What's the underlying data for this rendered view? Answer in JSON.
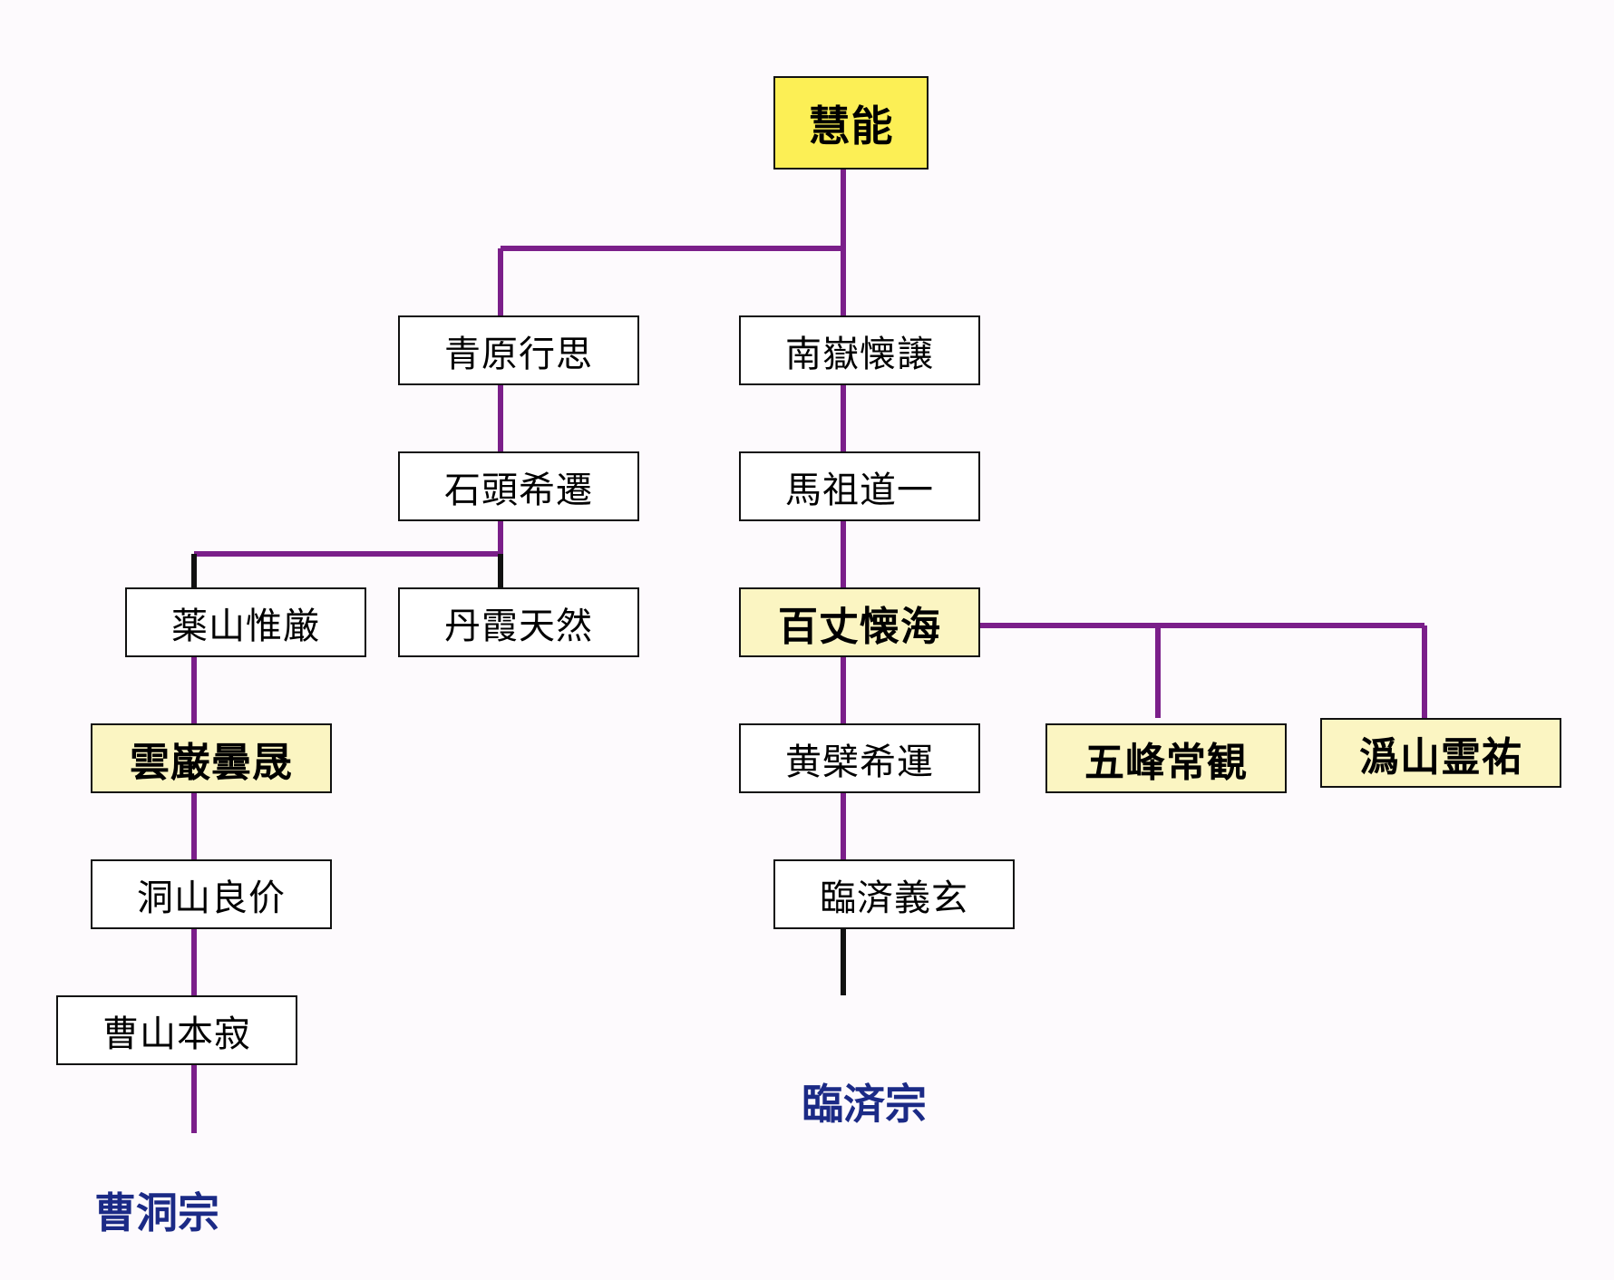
{
  "colors": {
    "line": "#7b1f8a",
    "line_dark": "#111111",
    "root_fill": "#fcef55",
    "highlight_fill": "#fbf5c2",
    "node_fill": "#ffffff",
    "school_text": "#1b2a86"
  },
  "nodes": {
    "eno": "慧能",
    "seigen": "青原行思",
    "nangaku": "南嶽懐譲",
    "sekito": "石頭希遷",
    "baso": "馬祖道一",
    "yakusan": "薬山惟厳",
    "tanka": "丹霞天然",
    "hyakujo": "百丈懐海",
    "ungan": "雲巌曇晟",
    "obaku": "黄檗希運",
    "goho": "五峰常観",
    "isan": "潙山霊祐",
    "tozan": "洞山良价",
    "rinzai": "臨済義玄",
    "sozan": "曹山本寂"
  },
  "schools": {
    "soto": "曹洞宗",
    "rinzai": "臨済宗"
  }
}
